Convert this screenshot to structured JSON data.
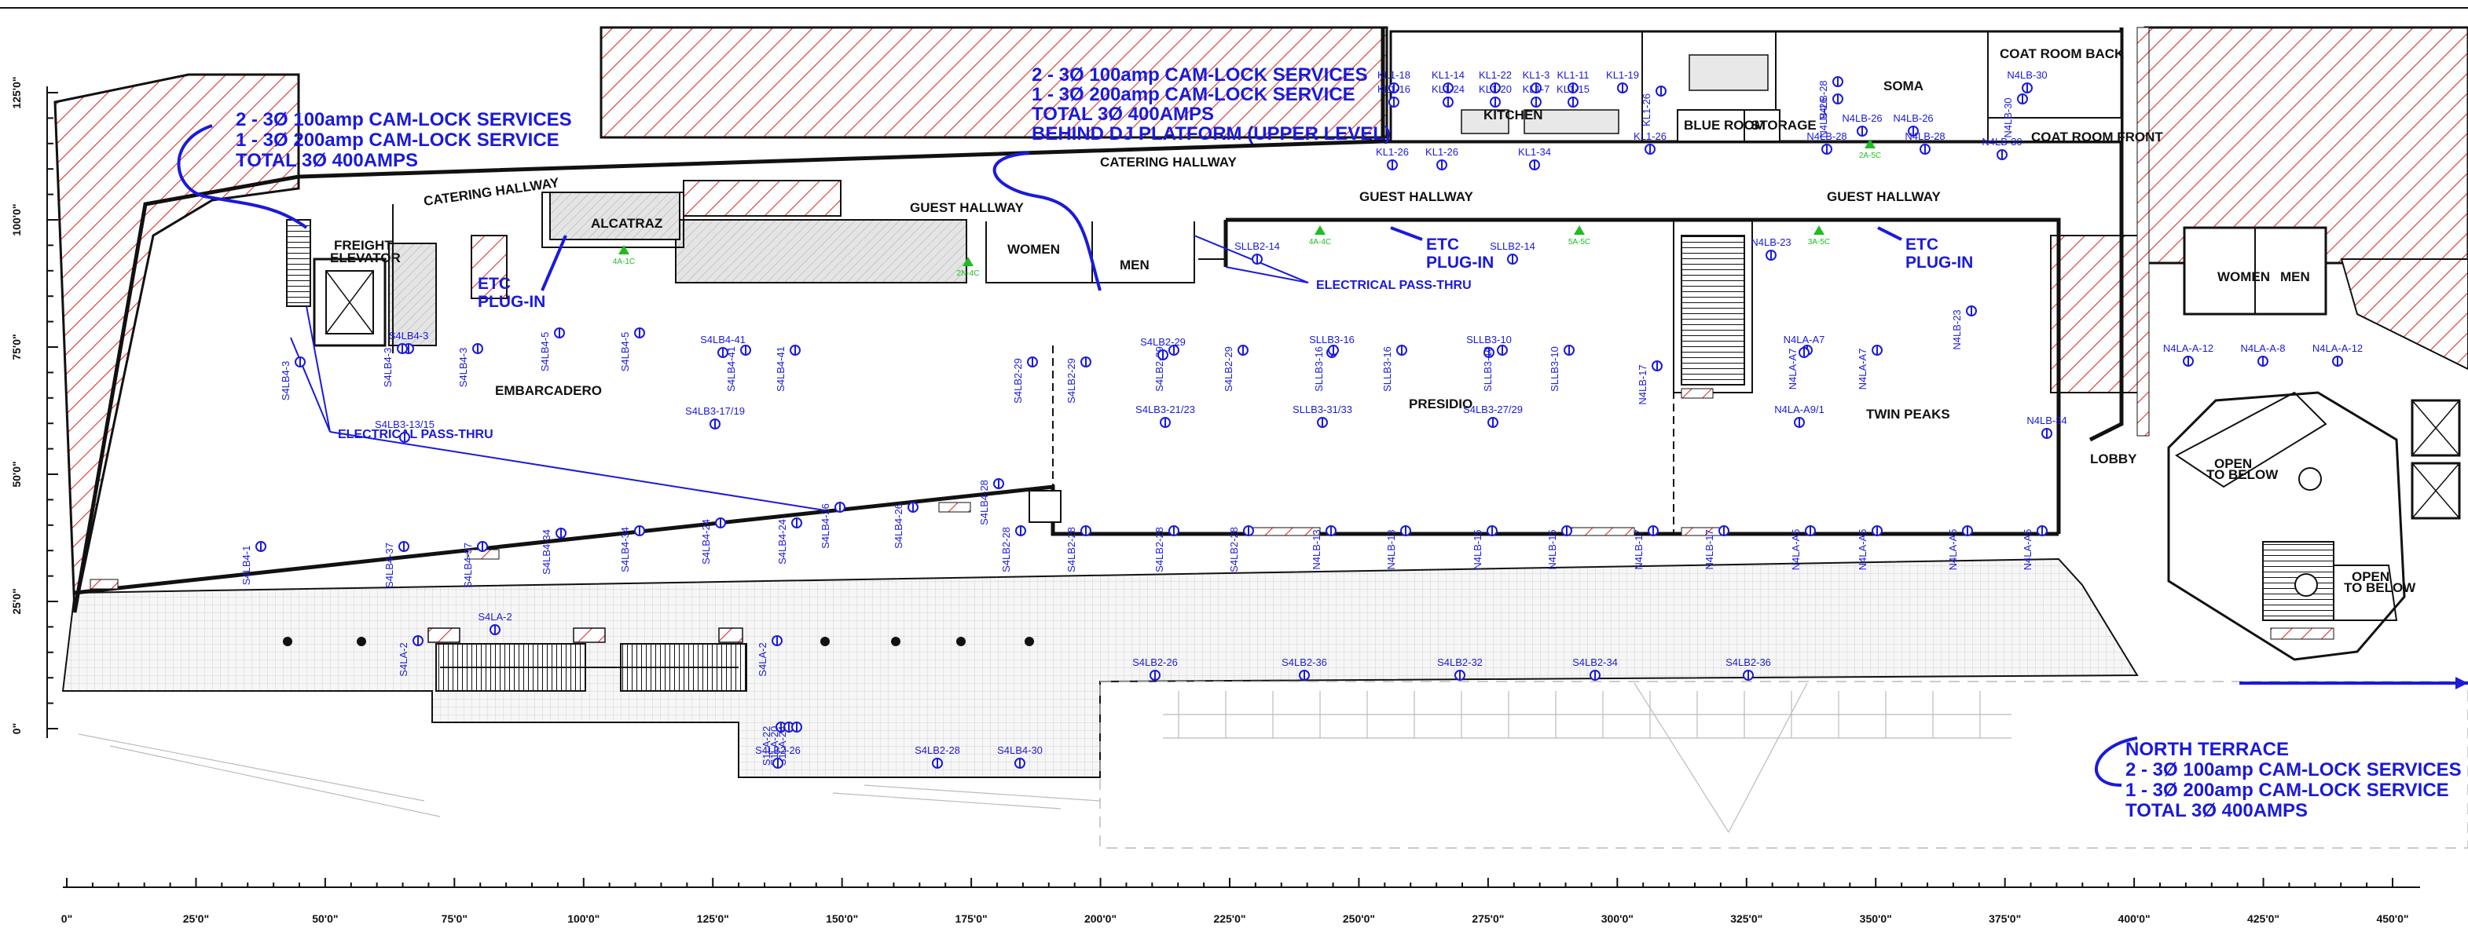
{
  "callouts": {
    "west": {
      "line1": "2 - 3Ø 100amp CAM-LOCK SERVICES",
      "line2": "1 - 3Ø 200amp CAM-LOCK SERVICE",
      "line3": "TOTAL 3Ø 400AMPS"
    },
    "center": {
      "line1": "2 - 3Ø 100amp CAM-LOCK SERVICES",
      "line2": "1 - 3Ø 200amp CAM-LOCK SERVICE",
      "line3": "TOTAL 3Ø 400AMPS",
      "line4": "BEHIND DJ PLATFORM (UPPER LEVEL)"
    },
    "north_terrace": {
      "line1": "NORTH TERRACE",
      "line2": "2 - 3Ø 100amp CAM-LOCK SERVICES",
      "line3": "1 - 3Ø 200amp CAM-LOCK SERVICE",
      "line4": "TOTAL 3Ø 400AMPS"
    },
    "etc_plugin": "ETC\nPLUG-IN",
    "pass_thru": "ELECTRICAL PASS-THRU"
  },
  "rooms": {
    "catering_hallway_left": "CATERING HALLWAY",
    "catering_hallway": "CATERING HALLWAY",
    "guest_hallway_left": "GUEST HALLWAY",
    "guest_hallway_mid": "GUEST HALLWAY",
    "guest_hallway_right": "GUEST HALLWAY",
    "freight_elevator": "FREIGHT\nELEVATOR",
    "alcatraz": "ALCATRAZ",
    "embarcadero": "EMBARCADERO",
    "women": "WOMEN",
    "men": "MEN",
    "presidio": "PRESIDIO",
    "twin_peaks": "TWIN PEAKS",
    "kitchen": "KITCHEN",
    "soma": "SOMA",
    "blue_room": "BLUE ROOM",
    "storage": "STORAGE",
    "coat_room_back": "COAT ROOM BACK",
    "coat_room_front": "COAT ROOM FRONT",
    "women_right": "WOMEN",
    "men_right": "MEN",
    "lobby": "LOBBY",
    "open_below_1": "OPEN\nTO BELOW",
    "open_below_2": "OPEN\nTO BELOW"
  },
  "outlets": [
    "S4LB4-3",
    "S4LB4-3",
    "S4LB4-3",
    "S4LB3-13/15",
    "S4LB4-5",
    "S4LB4-5",
    "S4LB4-41",
    "S4LB4-41",
    "S4LB4-41",
    "S4LB3-17/19",
    "S4LB2-29",
    "S4LB2-29",
    "S4LB2-29",
    "S4LB2-29",
    "S4LB2-29",
    "S4LB3-21/23",
    "SLLB3-16",
    "SLLB3-16",
    "SLLB3-16",
    "SLLB3-31/33",
    "SLLB3-10",
    "SLLB3-10",
    "SLLB3-10",
    "S4LB3-27/29",
    "N4LB-17",
    "N4LA-A7",
    "N4LA-A7",
    "N4LA-A7",
    "N4LA-A9/1",
    "S4LB4-3",
    "S4LB4-1",
    "S4LB4-37",
    "S4LB4-37",
    "S4LB4-34",
    "S4LB4-34",
    "S4LB4-24",
    "S4LB4-24",
    "S4LB4-26",
    "S4LB4-26",
    "S4LB4-28",
    "S4LB2-28",
    "S4LB2-28",
    "S4LB2-28",
    "S4LB2-28",
    "N4LB-13",
    "N4LB-13",
    "N4LB-15",
    "N4LB-15",
    "N4LB-17",
    "N4LB-17",
    "N4LA-A5",
    "N4LA-A5",
    "N4LA-A5",
    "N4LA-A5",
    "S4LA-2",
    "S4LA-2",
    "S4LA-2",
    "S1LA-22",
    "S1LA-20",
    "S1LA-24",
    "S4LB2-26",
    "S4LB2-28",
    "S4LB4-30",
    "S4LB2-26",
    "S4LB2-36",
    "S4LB2-32",
    "S4LB2-34",
    "S4LB2-36",
    "KL1-18",
    "KL1-16",
    "KL1-14",
    "KL1-24",
    "KL1-22",
    "KL1-20",
    "KL1-3",
    "KL1-7",
    "KL1-11",
    "KL1-15",
    "KL1-19",
    "KL1-26",
    "KL1-26",
    "KL1-34",
    "KL1-26",
    "KL1-26",
    "N4LB-26",
    "N4LB-26",
    "N4LB-26",
    "N4LB-28",
    "N4LB-28",
    "N4LB-28",
    "N4LB-30",
    "N4LB-30",
    "N4LB-30",
    "N4LB-23",
    "N4LB-23",
    "SLLB2-14",
    "SLLB2-14",
    "N4LA-A-12",
    "N4LA-A-8",
    "N4LA-A-12",
    "N4LB-34"
  ],
  "green_tags": [
    "4A-1C",
    "2N-4C",
    "4A-4C",
    "5A-5C",
    "3A-5C",
    "2A-5C"
  ],
  "scale_x": {
    "ticks": [
      "0\"",
      "25'0\"",
      "50'0\"",
      "75'0\"",
      "100'0\"",
      "125'0\"",
      "150'0\"",
      "175'0\"",
      "200'0\"",
      "225'0\"",
      "250'0\"",
      "275'0\"",
      "300'0\"",
      "325'0\"",
      "350'0\"",
      "375'0\"",
      "400'0\"",
      "425'0\"",
      "450'0\""
    ]
  },
  "scale_y": {
    "ticks": [
      "125'0\"",
      "100'0\"",
      "75'0\"",
      "50'0\"",
      "25'0\"",
      "0\""
    ]
  },
  "colors": {
    "annotation": "#1a1adc",
    "hatch": "#d83030",
    "green_tag": "#22bb22",
    "wall": "#111111"
  }
}
